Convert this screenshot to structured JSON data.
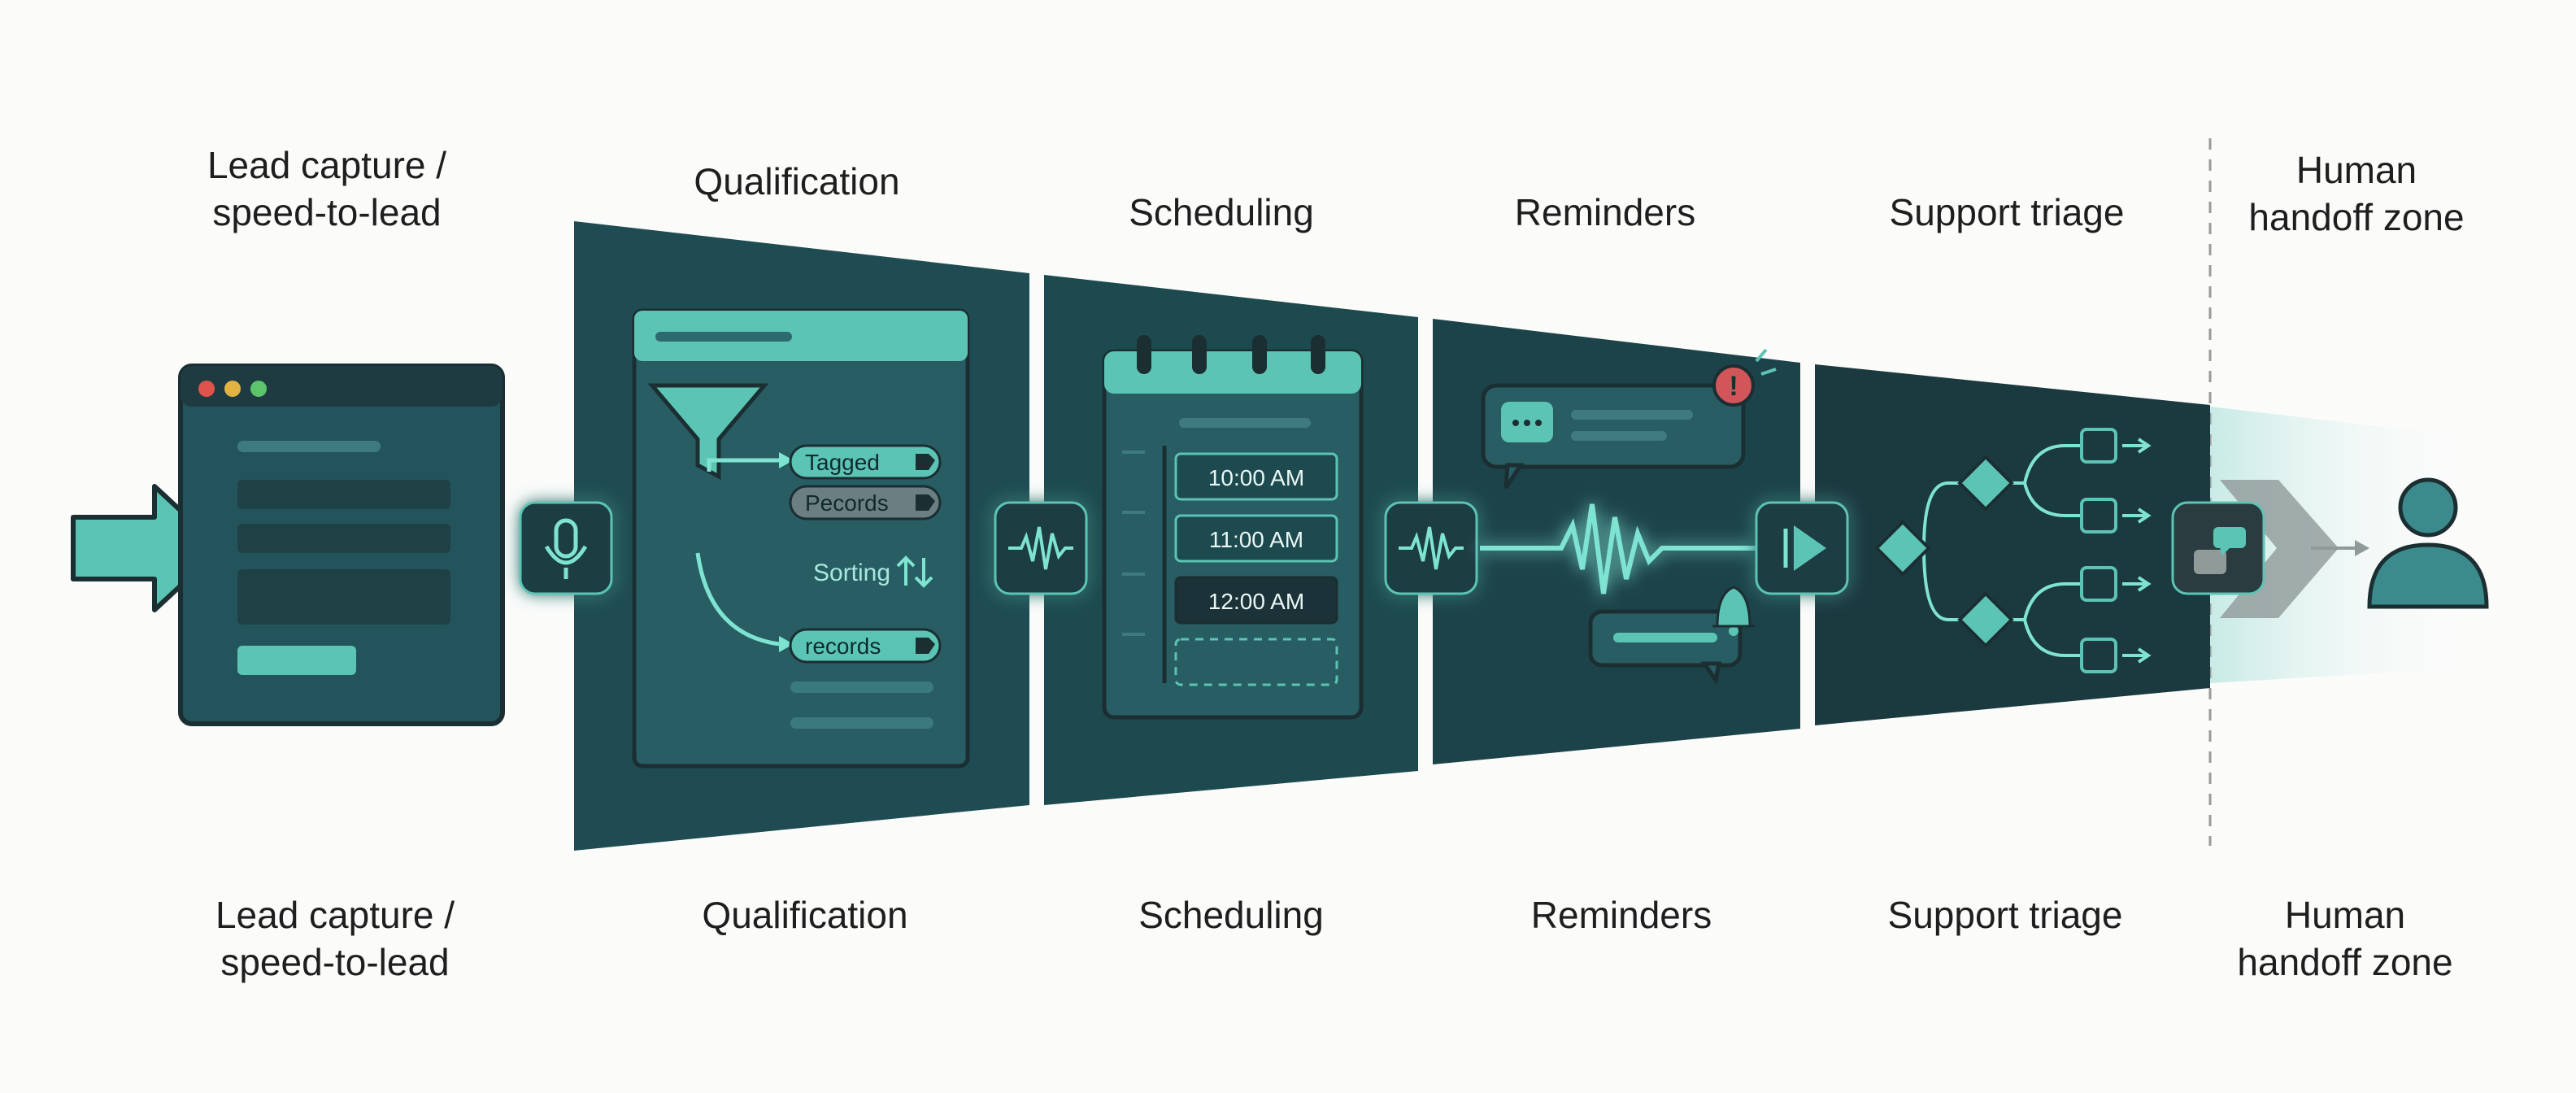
{
  "stages": [
    {
      "id": "lead-capture",
      "top_label": "Lead capture /\nspeed-to-lead",
      "bottom_label": "Lead capture /\nspeed-to-lead"
    },
    {
      "id": "qualification",
      "top_label": "Qualification",
      "bottom_label": "Qualification"
    },
    {
      "id": "scheduling",
      "top_label": "Scheduling",
      "bottom_label": "Scheduling"
    },
    {
      "id": "reminders",
      "top_label": "Reminders",
      "bottom_label": "Reminders"
    },
    {
      "id": "support-triage",
      "top_label": "Support triage",
      "bottom_label": "Support triage"
    },
    {
      "id": "human-handoff",
      "top_label": "Human\nhandoff zone",
      "bottom_label": "Human\nhandoff zone"
    }
  ],
  "qualification": {
    "tags": [
      "Tagged",
      "Pecords",
      "records"
    ],
    "sorting_label": "Sorting"
  },
  "scheduling": {
    "slots": [
      "10:00 AM",
      "11:00 AM",
      "12:00 AM"
    ]
  },
  "reminders": {
    "alert_glyph": "!"
  },
  "icons": {
    "lead_capture": [
      "arrow-in-icon",
      "browser-window-icon",
      "microphone-icon"
    ],
    "qualification": [
      "funnel-icon",
      "tag-icon",
      "sort-arrows-icon",
      "waveform-icon"
    ],
    "scheduling": [
      "calendar-icon",
      "waveform-icon"
    ],
    "reminders": [
      "chat-bubble-icon",
      "alert-icon",
      "bell-icon",
      "play-icon"
    ],
    "support_triage": [
      "decision-tree-icon"
    ],
    "human_handoff": [
      "handoff-chat-icon",
      "person-icon"
    ]
  },
  "colors": {
    "panel_dark": "#1d4a4f",
    "panel_darker": "#1b3a40",
    "accent_teal": "#5cc4b4",
    "accent_glow": "#7fe3d1",
    "alert_red": "#d2555a",
    "background": "#fbfbfa"
  }
}
